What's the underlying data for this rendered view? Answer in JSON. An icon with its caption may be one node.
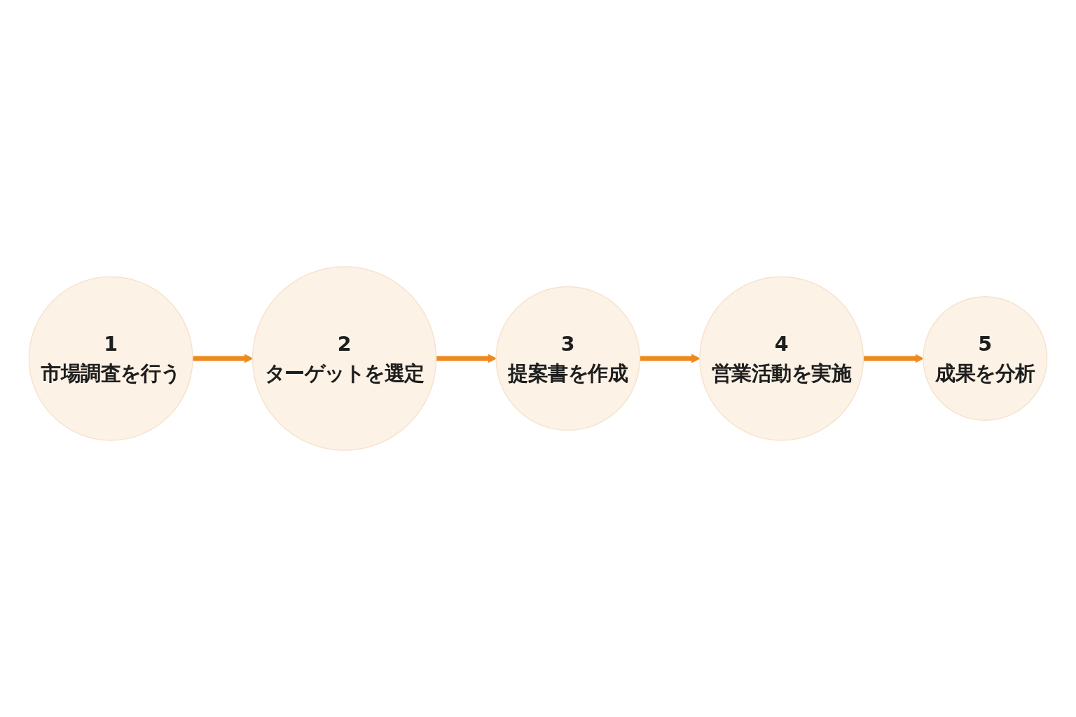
{
  "diagram": {
    "nodes": [
      {
        "text": [
          "1",
          "市場調査を行う"
        ]
      },
      {
        "text": [
          "2",
          "ターゲットを選定"
        ]
      },
      {
        "text": [
          "3",
          "提案書を作成"
        ]
      },
      {
        "text": [
          "4",
          "営業活動を実施"
        ]
      },
      {
        "text": [
          "5",
          "成果を分析"
        ]
      }
    ],
    "edges": [
      {
        "from": 0,
        "to": 1,
        "arrow": "to"
      },
      {
        "from": 1,
        "to": 2,
        "arrow": "to"
      },
      {
        "from": 2,
        "to": 3,
        "arrow": "to"
      },
      {
        "from": 3,
        "to": 4,
        "arrow": "to"
      }
    ]
  }
}
